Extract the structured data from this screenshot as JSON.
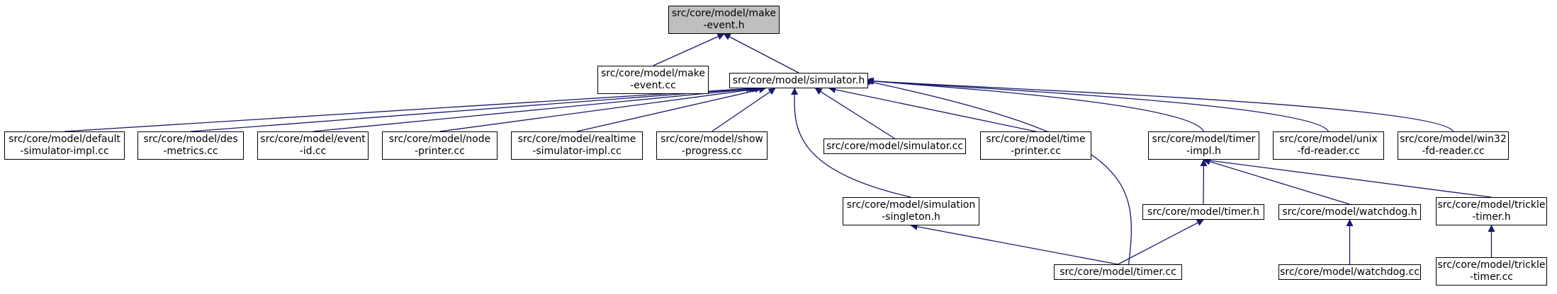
{
  "colors": {
    "edge": "#191970",
    "root_fill": "#bfbfbf",
    "node_border": "#000000"
  },
  "nodes": [
    {
      "id": "make_event_h",
      "line1": "src/core/model/make",
      "line2": "-event.h",
      "root": true
    },
    {
      "id": "make_event_cc",
      "line1": "src/core/model/make",
      "line2": "-event.cc"
    },
    {
      "id": "simulator_h",
      "line1": "src/core/model/simulator.h",
      "line2": ""
    },
    {
      "id": "default_sim",
      "line1": "src/core/model/default",
      "line2": "-simulator-impl.cc"
    },
    {
      "id": "des_metrics",
      "line1": "src/core/model/des",
      "line2": "-metrics.cc"
    },
    {
      "id": "event_id",
      "line1": "src/core/model/event",
      "line2": "-id.cc"
    },
    {
      "id": "node_printer",
      "line1": "src/core/model/node",
      "line2": "-printer.cc"
    },
    {
      "id": "realtime_sim",
      "line1": "src/core/model/realtime",
      "line2": "-simulator-impl.cc"
    },
    {
      "id": "show_progress",
      "line1": "src/core/model/show",
      "line2": "-progress.cc"
    },
    {
      "id": "simulator_cc",
      "line1": "src/core/model/simulator.cc",
      "line2": ""
    },
    {
      "id": "time_printer",
      "line1": "src/core/model/time",
      "line2": "-printer.cc"
    },
    {
      "id": "timer_impl_h",
      "line1": "src/core/model/timer",
      "line2": "-impl.h"
    },
    {
      "id": "unix_fd",
      "line1": "src/core/model/unix",
      "line2": "-fd-reader.cc"
    },
    {
      "id": "win32_fd",
      "line1": "src/core/model/win32",
      "line2": "-fd-reader.cc"
    },
    {
      "id": "sim_singleton",
      "line1": "src/core/model/simulation",
      "line2": "-singleton.h"
    },
    {
      "id": "timer_h",
      "line1": "src/core/model/timer.h",
      "line2": ""
    },
    {
      "id": "watchdog_h",
      "line1": "src/core/model/watchdog.h",
      "line2": ""
    },
    {
      "id": "trickle_h",
      "line1": "src/core/model/trickle",
      "line2": "-timer.h"
    },
    {
      "id": "timer_cc",
      "line1": "src/core/model/timer.cc",
      "line2": ""
    },
    {
      "id": "watchdog_cc",
      "line1": "src/core/model/watchdog.cc",
      "line2": ""
    },
    {
      "id": "trickle_cc",
      "line1": "src/core/model/trickle",
      "line2": "-timer.cc"
    }
  ],
  "edges": [
    {
      "from": "make_event_h",
      "to": "make_event_cc"
    },
    {
      "from": "make_event_h",
      "to": "simulator_h"
    },
    {
      "from": "simulator_h",
      "to": "default_sim"
    },
    {
      "from": "simulator_h",
      "to": "des_metrics"
    },
    {
      "from": "simulator_h",
      "to": "event_id"
    },
    {
      "from": "simulator_h",
      "to": "node_printer"
    },
    {
      "from": "simulator_h",
      "to": "realtime_sim"
    },
    {
      "from": "simulator_h",
      "to": "show_progress"
    },
    {
      "from": "simulator_h",
      "to": "simulator_cc"
    },
    {
      "from": "simulator_h",
      "to": "time_printer"
    },
    {
      "from": "simulator_h",
      "to": "timer_impl_h"
    },
    {
      "from": "simulator_h",
      "to": "unix_fd"
    },
    {
      "from": "simulator_h",
      "to": "win32_fd"
    },
    {
      "from": "simulator_h",
      "to": "sim_singleton"
    },
    {
      "from": "simulator_h",
      "to": "timer_cc"
    },
    {
      "from": "timer_impl_h",
      "to": "timer_h"
    },
    {
      "from": "timer_impl_h",
      "to": "watchdog_h"
    },
    {
      "from": "timer_impl_h",
      "to": "trickle_h"
    },
    {
      "from": "sim_singleton",
      "to": "timer_cc"
    },
    {
      "from": "timer_h",
      "to": "timer_cc"
    },
    {
      "from": "watchdog_h",
      "to": "watchdog_cc"
    },
    {
      "from": "trickle_h",
      "to": "trickle_cc"
    }
  ]
}
